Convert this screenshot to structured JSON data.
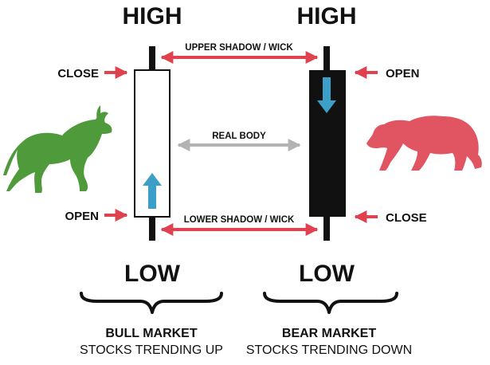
{
  "colors": {
    "red": "#e0414f",
    "gray": "#b3b3b3",
    "bull": "#4f9a3a",
    "bear": "#e05561",
    "body_dark": "#111111",
    "indicator_blue": "#3b9fc7"
  },
  "bull": {
    "high": "HIGH",
    "low": "LOW",
    "close": "CLOSE",
    "open": "OPEN",
    "market": "BULL MARKET",
    "trend": "STOCKS TRENDING UP",
    "icon": "bull-icon",
    "arrow_icon": "arrow-up-icon"
  },
  "bear": {
    "high": "HIGH",
    "low": "LOW",
    "open": "OPEN",
    "close": "CLOSE",
    "market": "BEAR MARKET",
    "trend": "STOCKS TRENDING DOWN",
    "icon": "bear-icon",
    "arrow_icon": "arrow-down-icon"
  },
  "center": {
    "upper": "UPPER SHADOW / WICK",
    "body": "REAL BODY",
    "lower": "LOWER SHADOW / WICK"
  }
}
